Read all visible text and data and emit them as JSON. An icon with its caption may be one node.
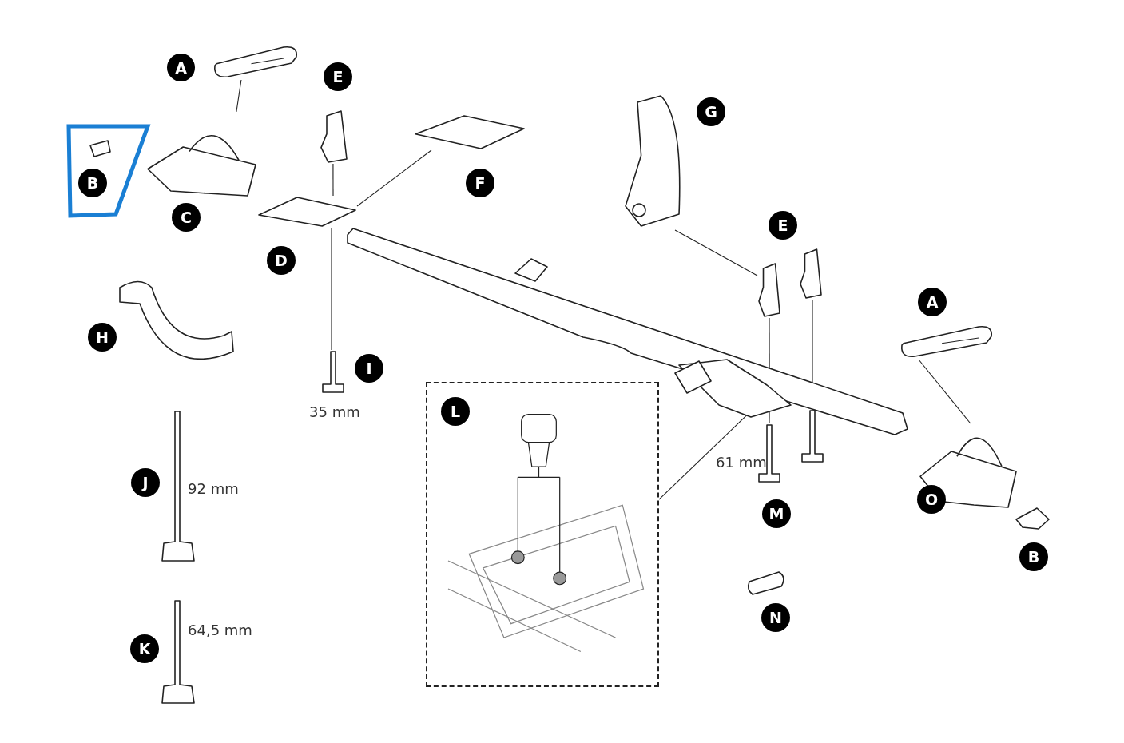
{
  "diagram": {
    "nodes": [
      {
        "text": [
          "A"
        ]
      },
      {
        "text": [],
        "shape": "picture"
      },
      {
        "text": [
          "E"
        ]
      },
      {
        "text": [],
        "shape": "picture"
      },
      {
        "text": [],
        "shape": "picture"
      },
      {
        "text": [
          "G"
        ]
      },
      {
        "text": [],
        "shape": "box"
      },
      {
        "text": [
          "B"
        ],
        "in": 6
      },
      {
        "text": [],
        "shape": "picture"
      },
      {
        "text": [],
        "shape": "picture"
      },
      {
        "text": [
          "F"
        ]
      },
      {
        "text": [
          "C"
        ]
      },
      {
        "text": [],
        "shape": "picture"
      },
      {
        "text": [
          "E"
        ]
      },
      {
        "text": [],
        "shape": "picture"
      },
      {
        "text": [
          "D"
        ]
      },
      {
        "text": [],
        "shape": "picture"
      },
      {
        "text": [
          "A"
        ]
      },
      {
        "text": [],
        "shape": "picture"
      },
      {
        "text": [
          "H"
        ]
      },
      {
        "text": [],
        "shape": "picture"
      },
      {
        "text": [
          "I"
        ]
      },
      {
        "text": [],
        "shape": "box"
      },
      {
        "text": [
          "L"
        ],
        "in": 22
      },
      {
        "text": [],
        "shape": "picture"
      },
      {
        "text": [],
        "shape": "picture"
      },
      {
        "text": [],
        "shape": "picture"
      },
      {
        "text": [],
        "shape": "picture"
      },
      {
        "text": [
          "O"
        ]
      },
      {
        "text": [
          "J"
        ]
      },
      {
        "text": [
          "M"
        ]
      },
      {
        "text": [
          "B"
        ]
      },
      {
        "text": [
          "N"
        ]
      },
      {
        "text": [
          "K"
        ]
      }
    ],
    "edges": [
      {
        "from": 1,
        "to": 8,
        "arrow": "none"
      },
      {
        "from": 3,
        "to": 12,
        "arrow": "none"
      },
      {
        "from": 9,
        "to": 12,
        "arrow": "none"
      },
      {
        "from": 12,
        "to": 20,
        "arrow": "none"
      },
      {
        "from": 4,
        "to": 14,
        "arrow": "none"
      },
      {
        "from": 14,
        "to": 16,
        "arrow": "none"
      },
      {
        "from": 16,
        "to": 25,
        "arrow": "none"
      },
      {
        "from": 26,
        "to": 27,
        "arrow": "none"
      },
      {
        "from": 18,
        "to": 24,
        "arrow": "none"
      },
      {
        "from": 22,
        "to": 16,
        "arrow": "none"
      }
    ],
    "labels": [
      "35 mm",
      "92 mm",
      "64,5 mm",
      "61 mm"
    ]
  }
}
